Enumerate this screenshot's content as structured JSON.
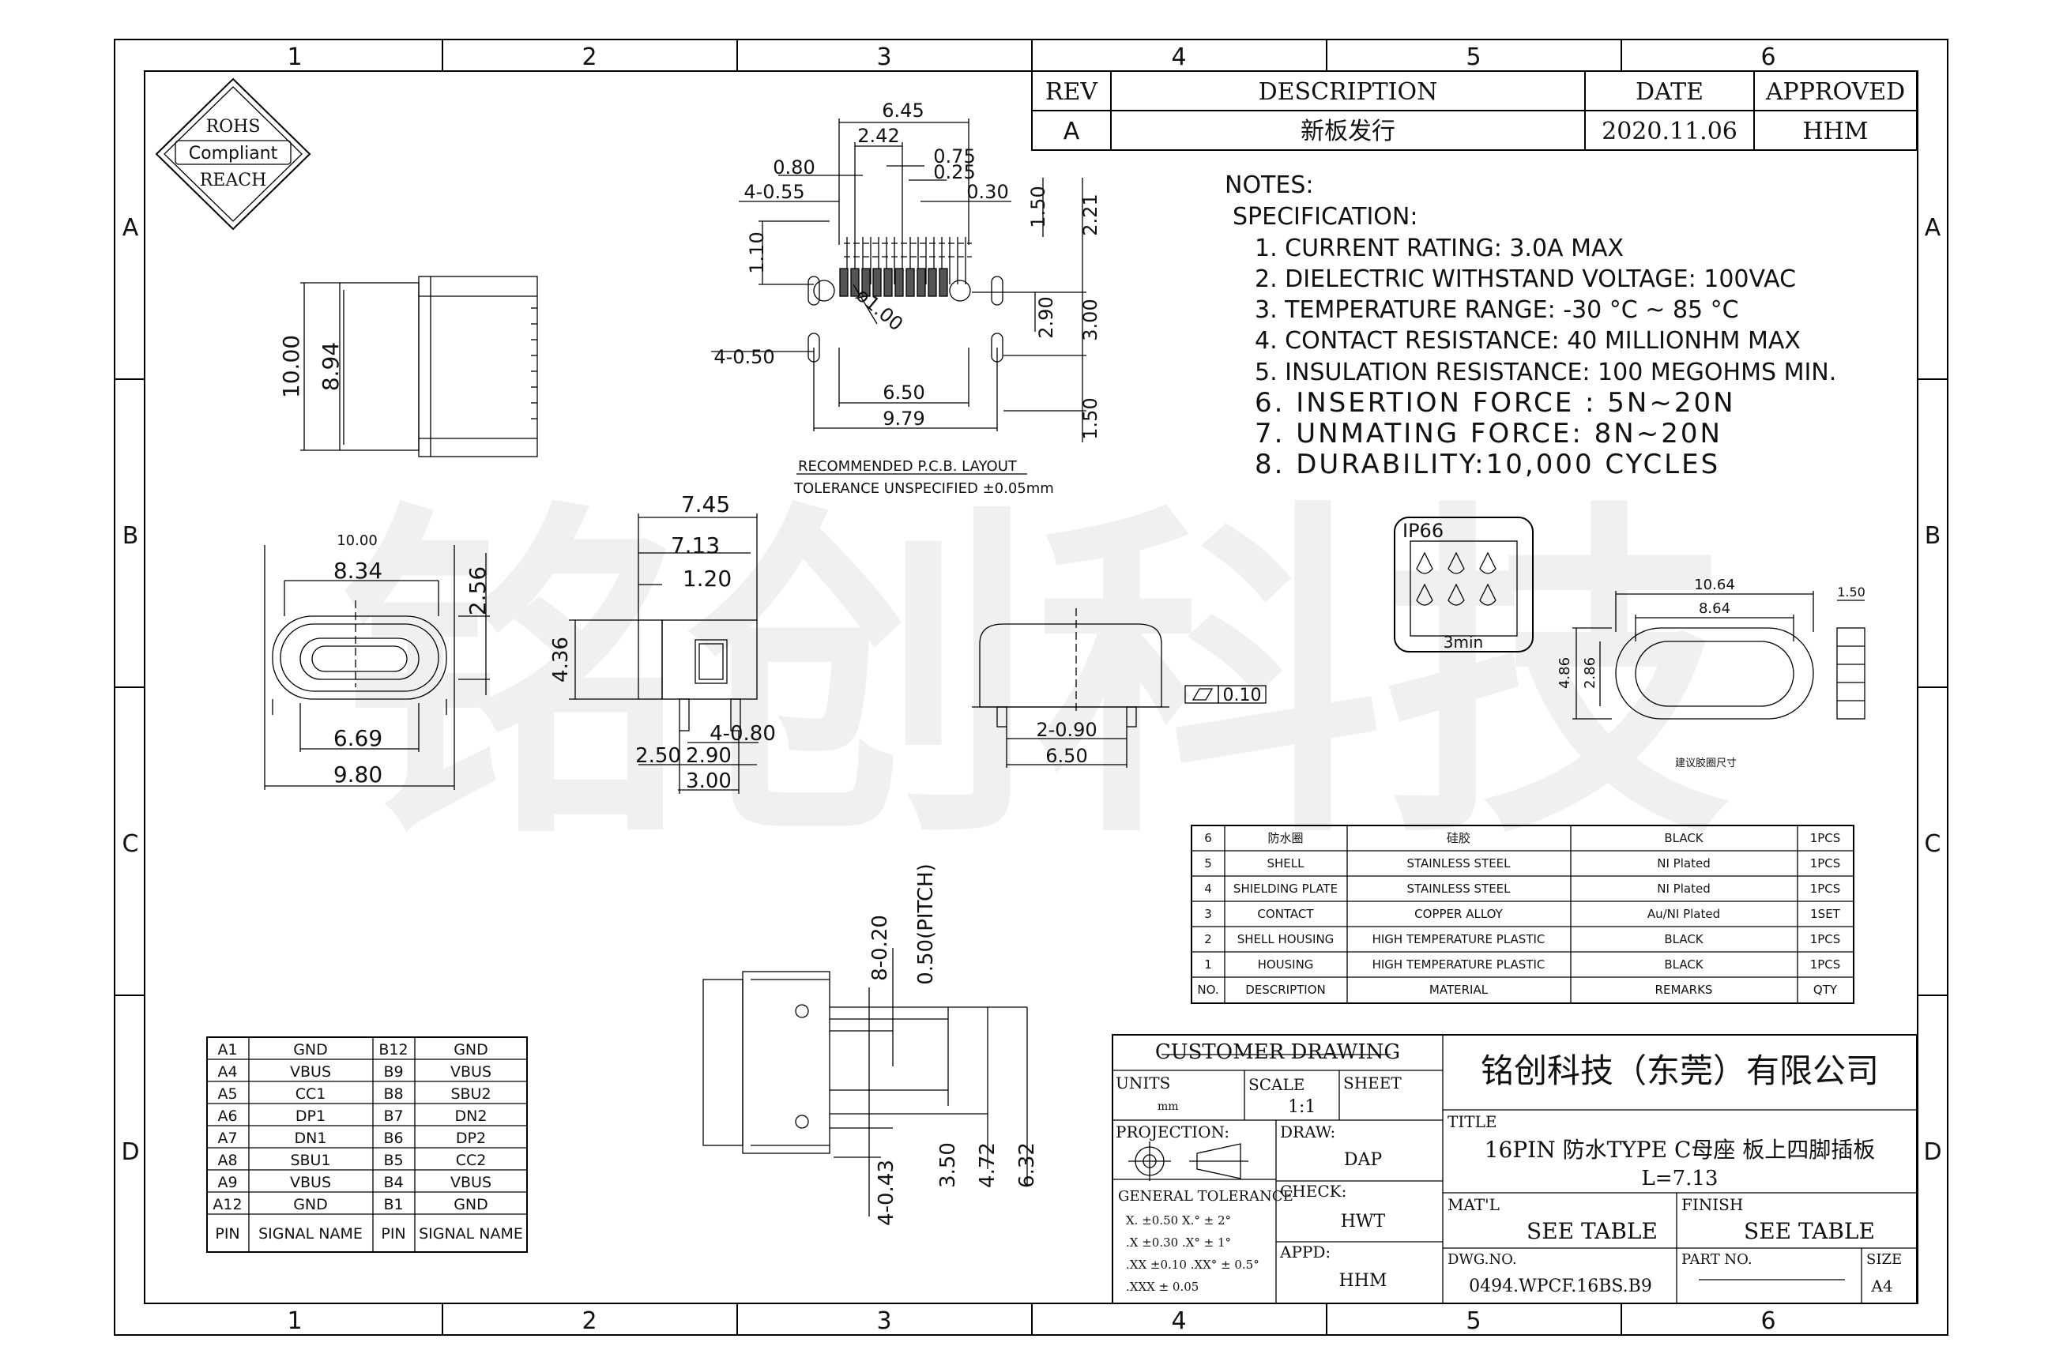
{
  "frame": {
    "cols": [
      "1",
      "2",
      "3",
      "4",
      "5",
      "6"
    ],
    "rows": [
      "A",
      "B",
      "C",
      "D"
    ]
  },
  "badge": {
    "line1": "ROHS",
    "line2": "Compliant",
    "line3": "REACH"
  },
  "revision": {
    "headers": [
      "REV",
      "DESCRIPTION",
      "DATE",
      "APPROVED"
    ],
    "row": [
      "A",
      "新板发行",
      "2020.11.06",
      "HHM"
    ]
  },
  "notes": {
    "title": "NOTES:",
    "subtitle": "SPECIFICATION:",
    "items": [
      "1. CURRENT RATING: 3.0A MAX",
      "2. DIELECTRIC WITHSTAND VOLTAGE: 100VAC",
      "3. TEMPERATURE RANGE: -30 °C ~ 85 °C",
      "4. CONTACT RESISTANCE: 40 MILLIONHM MAX",
      "5. INSULATION RESISTANCE: 100 MEGOHMS MIN.",
      "6. INSERTION FORCE : 5N~20N",
      "7. UNMATING FORCE: 8N~20N",
      "8. DURABILITY:10,000 CYCLES"
    ]
  },
  "pcb": {
    "caption1": "RECOMMENDED  P.C.B. LAYOUT",
    "caption2": "TOLERANCE UNSPECIFIED ±0.05mm",
    "dims": {
      "d645": "6.45",
      "d242": "2.42",
      "d075": "0.75",
      "d080": "0.80",
      "d025": "0.25",
      "d455": "4-0.55",
      "d030": "0.30",
      "d110": "1.10",
      "d150a": "1.50",
      "d221": "2.21",
      "phi": "ø1.00",
      "d290": "2.90",
      "d300": "3.00",
      "d450": "4-0.50",
      "d650": "6.50",
      "d979": "9.79",
      "d150b": "1.50"
    }
  },
  "side_view": {
    "d1000": "10.00",
    "d894": "8.94"
  },
  "front_view": {
    "d1000": "10.00",
    "d834": "8.34",
    "d256": "2.56",
    "d669": "6.69",
    "d980": "9.80"
  },
  "side2": {
    "d745": "7.45",
    "d713": "7.13",
    "d120": "1.20",
    "d436": "4.36",
    "d480": "4-0.80",
    "d250": "2.50",
    "d290": "2.90",
    "d300": "3.00"
  },
  "back_view": {
    "d290": "2-0.90",
    "d650": "6.50",
    "flat": "0.10"
  },
  "ip": {
    "label": "IP66",
    "time": "3min"
  },
  "seal": {
    "d1064": "10.64",
    "d864": "8.64",
    "d150": "1.50",
    "d486": "4.86",
    "d286": "2.86",
    "note": "建议胶圈尺寸"
  },
  "pitch": {
    "d820": "8-0.20",
    "d050": "0.50(PITCH)",
    "d443": "4-0.43",
    "d350": "3.50",
    "d472": "4.72",
    "d632": "6.32"
  },
  "bom": {
    "rows": [
      [
        "6",
        "防水圈",
        "硅胶",
        "BLACK",
        "1PCS"
      ],
      [
        "5",
        "SHELL",
        "STAINLESS STEEL",
        "NI  Plated",
        "1PCS"
      ],
      [
        "4",
        "SHIELDING PLATE",
        "STAINLESS STEEL",
        "NI  Plated",
        "1PCS"
      ],
      [
        "3",
        "CONTACT",
        "COPPER ALLOY",
        "Au/NI Plated",
        "1SET"
      ],
      [
        "2",
        "SHELL HOUSING",
        "HIGH TEMPERATURE PLASTIC",
        "BLACK",
        "1PCS"
      ],
      [
        "1",
        "HOUSING",
        "HIGH TEMPERATURE PLASTIC",
        "BLACK",
        "1PCS"
      ],
      [
        "NO.",
        "DESCRIPTION",
        "MATERIAL",
        "REMARKS",
        "QTY"
      ]
    ]
  },
  "pins": {
    "rows": [
      [
        "A1",
        "GND",
        "B12",
        "GND"
      ],
      [
        "A4",
        "VBUS",
        "B9",
        "VBUS"
      ],
      [
        "A5",
        "CC1",
        "B8",
        "SBU2"
      ],
      [
        "A6",
        "DP1",
        "B7",
        "DN2"
      ],
      [
        "A7",
        "DN1",
        "B6",
        "DP2"
      ],
      [
        "A8",
        "SBU1",
        "B5",
        "CC2"
      ],
      [
        "A9",
        "VBUS",
        "B4",
        "VBUS"
      ],
      [
        "A12",
        "GND",
        "B1",
        "GND"
      ],
      [
        "PIN",
        "SIGNAL NAME",
        "PIN",
        "SIGNAL NAME"
      ]
    ]
  },
  "title_block": {
    "customer_drawing": "CUSTOMER DRAWING",
    "units_label": "UNITS",
    "units_val": "mm",
    "scale_label": "SCALE",
    "scale_val": "1:1",
    "sheet_label": "SHEET",
    "projection_label": "PROJECTION:",
    "draw_label": "DRAW:",
    "draw_val": "DAP",
    "check_label": "CHECK:",
    "check_val": "HWT",
    "appd_label": "APPD:",
    "appd_val": "HHM",
    "gen_tol": "GENERAL TOLERANCE",
    "tol": [
      "X.  ±0.50  X.°  ± 2°",
      ".X   ±0.30  .X°   ± 1°",
      ".XX  ±0.10  .XX°  ± 0.5°",
      ".XXX ± 0.05"
    ],
    "company": "铭创科技（东莞）有限公司",
    "title_label": "TITLE",
    "title_line1": "16PIN 防水TYPE C母座 板上四脚插板",
    "title_line2": "L=7.13",
    "matl_label": "MAT'L",
    "matl_val": "SEE TABLE",
    "finish_label": "FINISH",
    "finish_val": "SEE TABLE",
    "dwg_label": "DWG.NO.",
    "dwg_val": "0494.WPCF.16BS.B9",
    "part_label": "PART NO.",
    "size_label": "SIZE",
    "size_val": "A4"
  },
  "watermark": "铭创科技"
}
